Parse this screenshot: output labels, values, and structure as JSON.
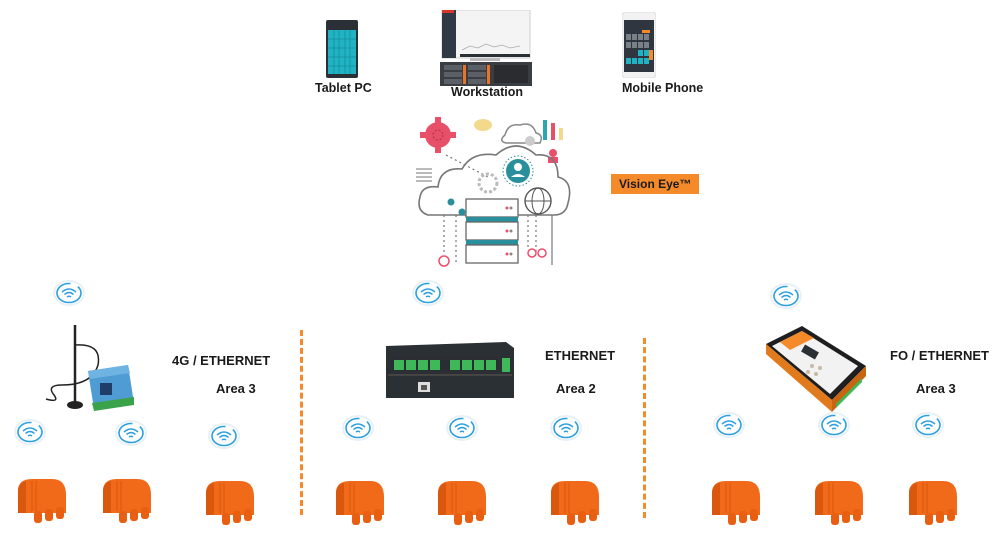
{
  "top_devices": [
    {
      "label": "Tablet PC",
      "icon": "tablet-icon"
    },
    {
      "label": "Workstation",
      "icon": "workstation-icon"
    },
    {
      "label": "Mobile Phone",
      "icon": "mobile-phone-icon"
    }
  ],
  "cloud": {
    "badge": "Vision Eye™",
    "icon": "cloud-server-icon"
  },
  "areas": [
    {
      "connection": "4G / ETHERNET",
      "name": "Area 3",
      "gateway": "4g-gateway-icon"
    },
    {
      "connection": "ETHERNET",
      "name": "Area 2",
      "gateway": "ethernet-io-module-icon"
    },
    {
      "connection": "FO / ETHERNET",
      "name": "Area 3",
      "gateway": "fo-gateway-icon"
    }
  ],
  "colors": {
    "accent": "#f48a2a",
    "wifi": "#2b9fe0",
    "sensor": "#f06a1a"
  }
}
